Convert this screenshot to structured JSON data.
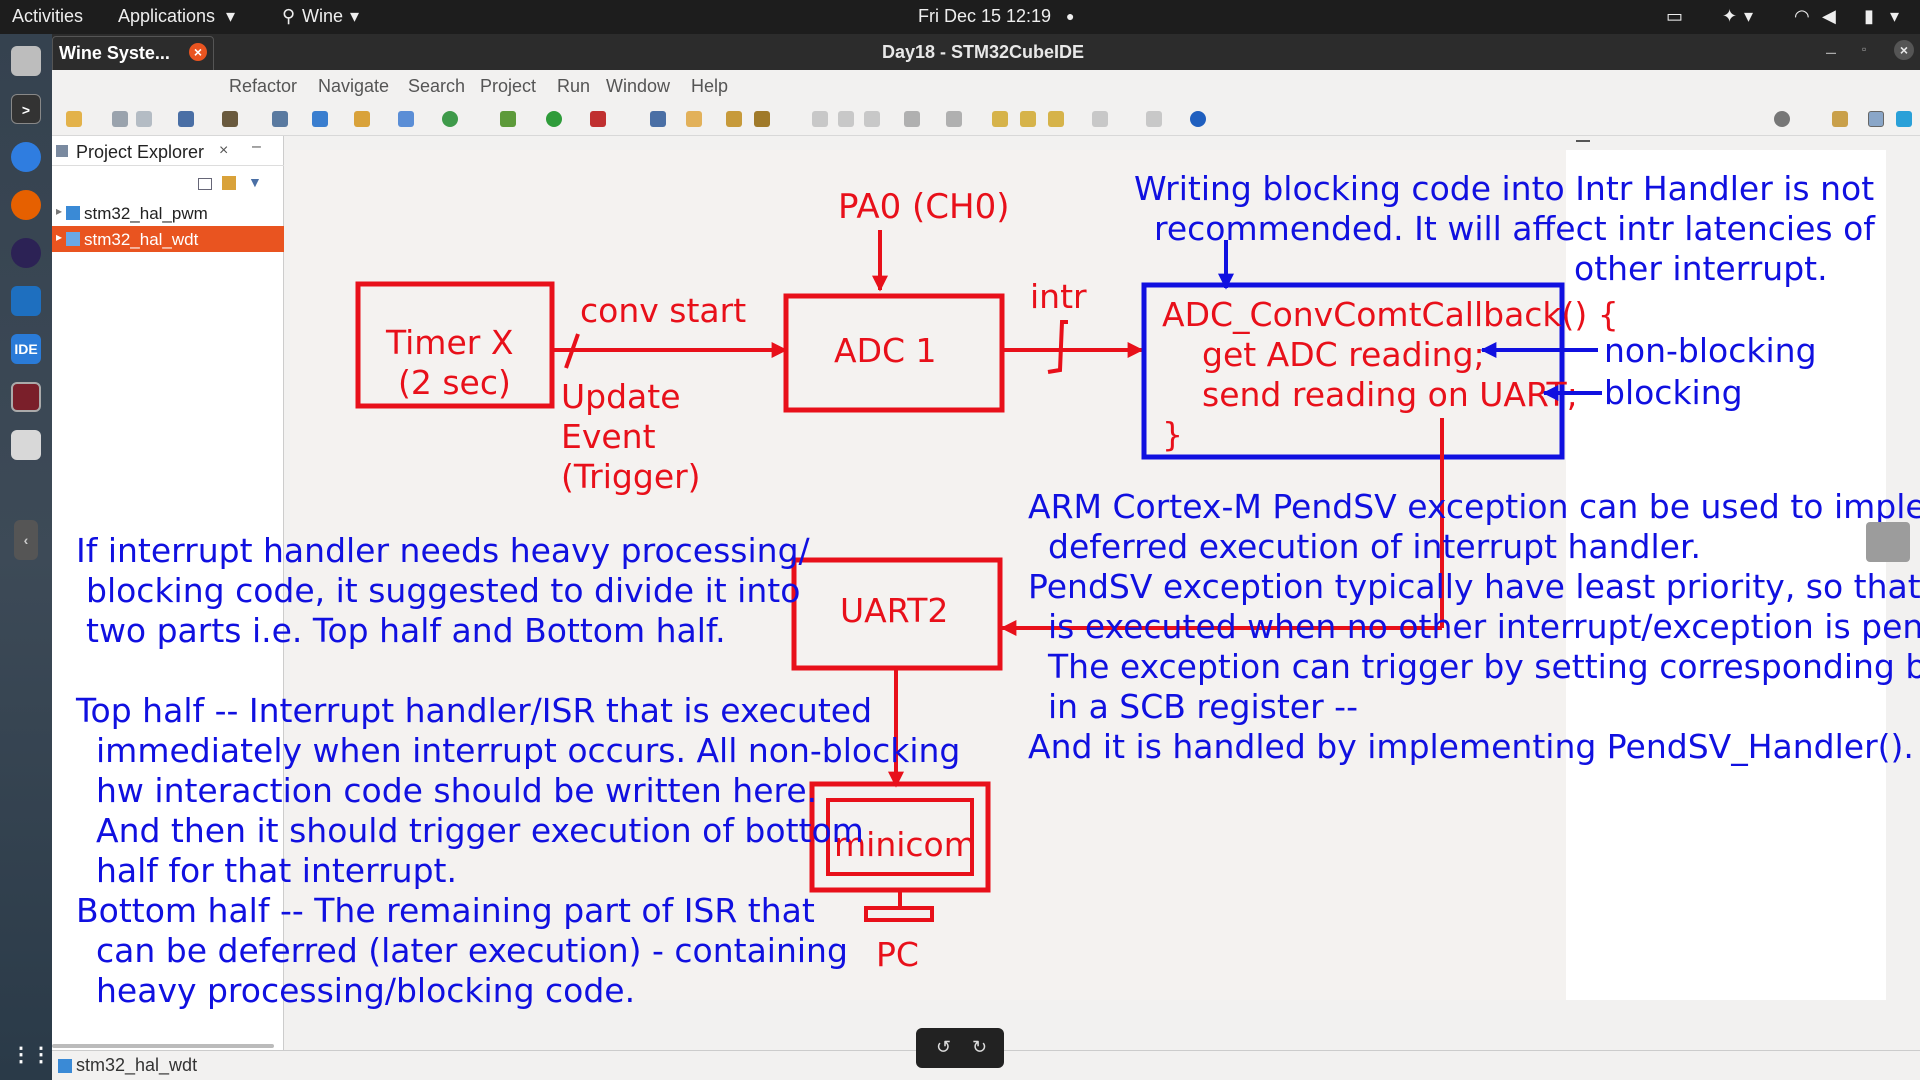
{
  "topbar": {
    "activities": "Activities",
    "applications": "Applications",
    "wine_menu": "Wine",
    "clock": "Fri Dec 15  12:19",
    "dot": "●"
  },
  "window": {
    "title": "Day18 - STM32CubeIDE",
    "popup_title": "Wine Syste..."
  },
  "menubar": {
    "items": [
      "Refactor",
      "Navigate",
      "Search",
      "Project",
      "Run",
      "Window",
      "Help"
    ]
  },
  "explorer": {
    "tab_label": "Project Explorer",
    "projects": [
      "stm32_hal_pwm",
      "stm32_hal_wdt"
    ]
  },
  "statusbar": {
    "selected": "stm32_hal_wdt"
  },
  "dock": {
    "ide_label": "IDE"
  },
  "colors": {
    "red": "#e8101a",
    "blue": "#1010e0",
    "accent": "#e95420"
  },
  "diagram": {
    "pa0": "PA0 (CH0)",
    "timer_line1": "Timer X",
    "timer_line2": "(2 sec)",
    "conv_start": "conv start",
    "update_event": [
      "Update",
      "Event",
      "(Trigger)"
    ],
    "adc": "ADC 1",
    "intr": "intr",
    "callback": [
      "ADC_ConvComtCallback() {",
      "get ADC reading;",
      "send reading on UART;",
      "}"
    ],
    "nonblocking": "non-blocking",
    "blocking": "blocking",
    "note_top": [
      "Writing blocking code into Intr Handler is not",
      "recommended. It will affect intr latencies of",
      "other interrupt."
    ],
    "uart": "UART2",
    "minicom": "minicom",
    "pc": "PC",
    "note_pendsv": [
      "ARM Cortex-M PendSV exception can be used to implement",
      "deferred execution of interrupt handler.",
      "PendSV  exception typically have least priority, so that it",
      "is executed when no other interrupt/exception is pending.",
      "The exception can trigger by setting corresponding bit",
      "in a SCB register --",
      "And it is handled by implementing PendSV_Handler()."
    ],
    "note_left": [
      "If interrupt handler needs heavy processing/",
      "blocking code, it suggested to divide it into",
      "two parts i.e. Top half and Bottom half.",
      "Top half -- Interrupt handler/ISR that is executed",
      "immediately when interrupt occurs. All non-blocking",
      "hw interaction code should be written here.",
      "And then it should trigger execution of bottom",
      "half for that interrupt.",
      "Bottom half -- The remaining part of ISR that",
      "can be deferred (later execution) - containing",
      "heavy processing/blocking code."
    ]
  }
}
